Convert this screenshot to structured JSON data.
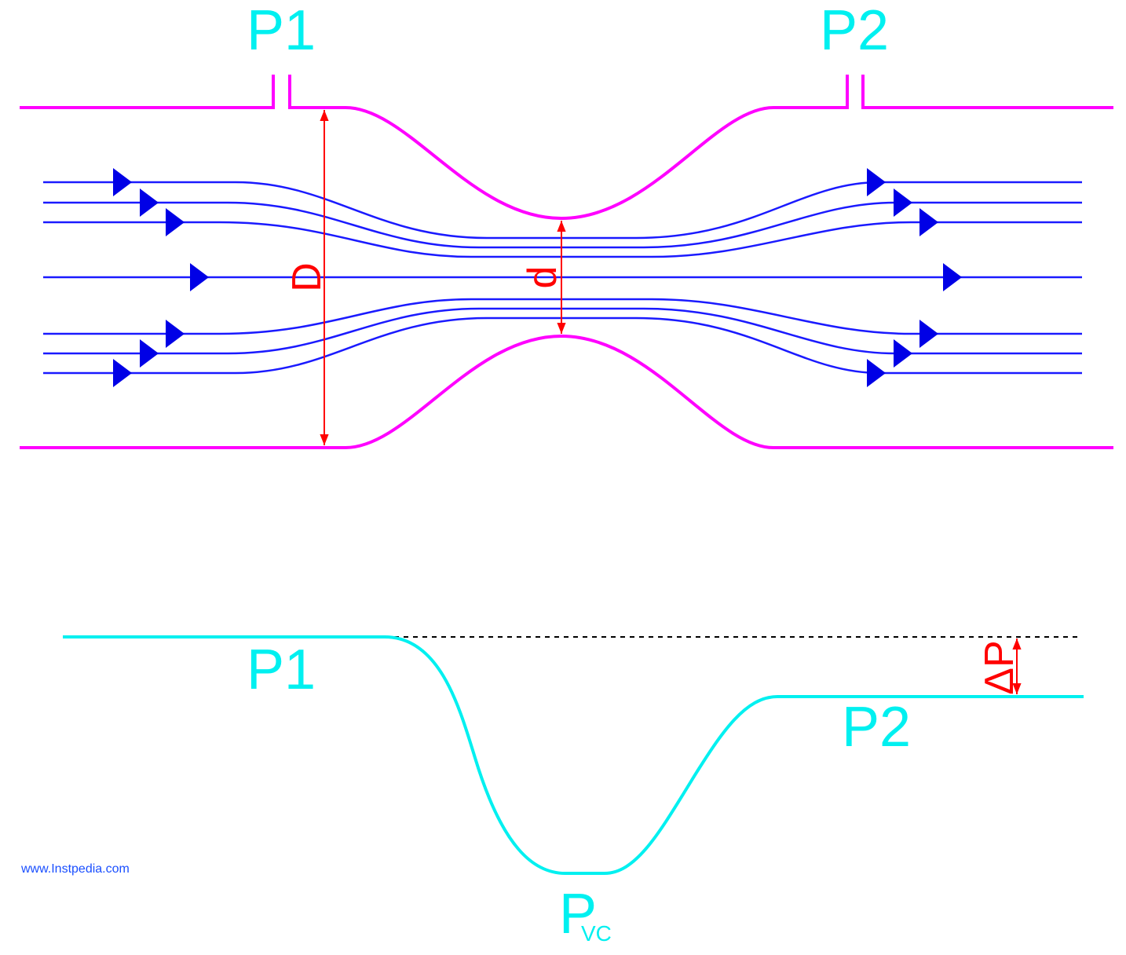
{
  "colors": {
    "pipe": "#ff00ff",
    "streamline": "#1a1aff",
    "arrow": "#0000e6",
    "dimension": "#ff0000",
    "pressure": "#00f0f0",
    "reference": "#000000",
    "credit": "#1a4fff"
  },
  "top": {
    "tap_upstream_label": "P1",
    "tap_downstream_label": "P2",
    "pipe_diameter_label": "D",
    "throat_diameter_label": "d"
  },
  "bottom": {
    "p1_label": "P1",
    "p2_label": "P2",
    "pvc_main": "P",
    "pvc_sub": "VC",
    "delta_p_label": "ΔP"
  },
  "credit": "www.Instpedia.com"
}
